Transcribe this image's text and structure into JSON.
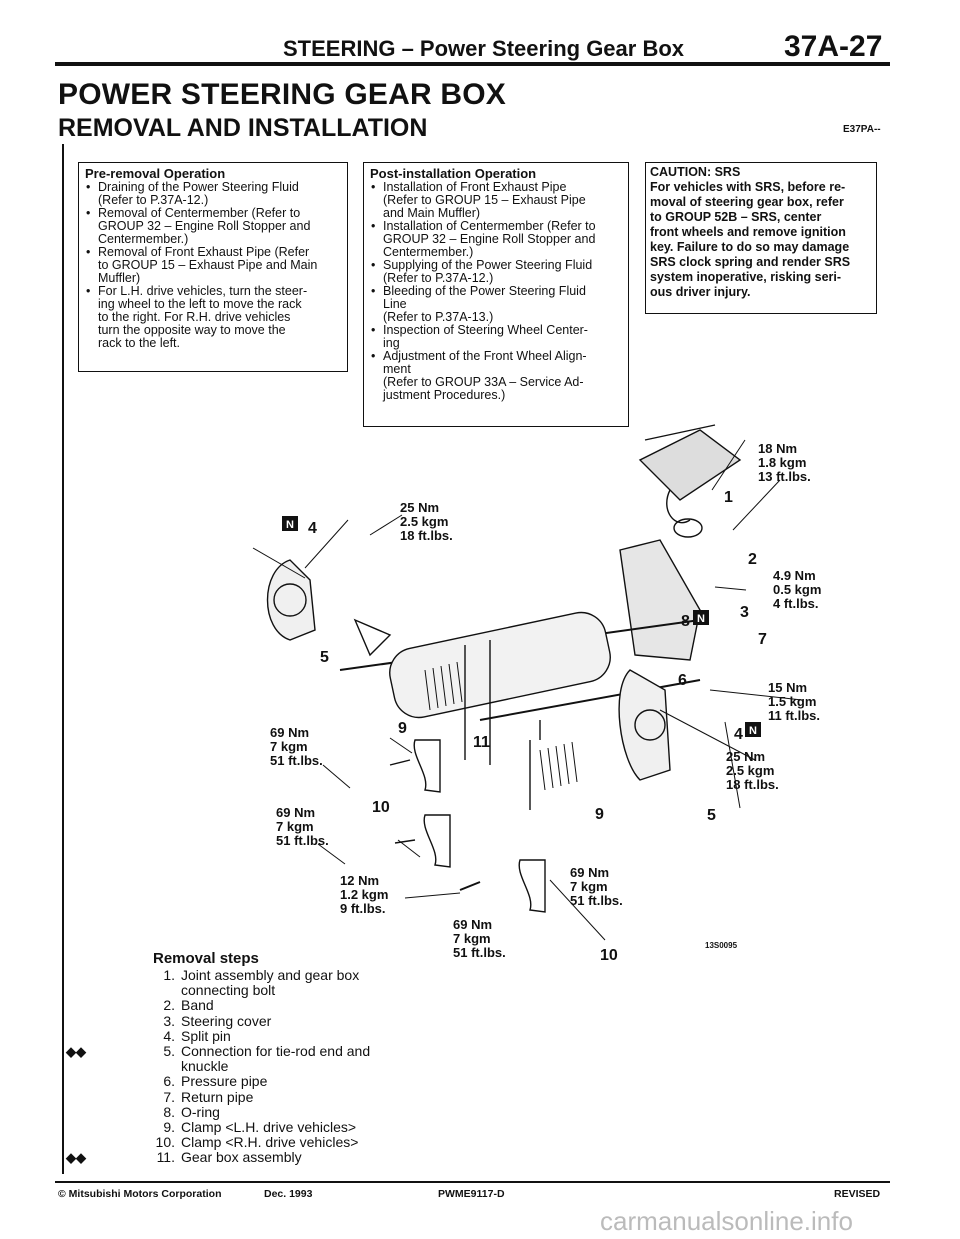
{
  "header": {
    "section_title": "STEERING – Power Steering Gear Box",
    "page_number": "37A-27"
  },
  "title": "POWER STEERING GEAR BOX",
  "subtitle": "REMOVAL AND INSTALLATION",
  "doc_code": "E37PA--",
  "pre_removal": {
    "heading": "Pre-removal Operation",
    "items": [
      [
        "Draining of the Power Steering Fluid",
        "(Refer to P.37A-12.)"
      ],
      [
        "Removal of Centermember (Refer to",
        "GROUP 32 – Engine Roll Stopper and",
        "Centermember.)"
      ],
      [
        "Removal of Front Exhaust Pipe (Refer",
        "to GROUP 15 – Exhaust Pipe and Main",
        "Muffler)"
      ],
      [
        "For L.H. drive vehicles, turn the steer-",
        "ing wheel to the left to move the rack",
        "to the right. For R.H. drive vehicles",
        "turn the opposite way to move the",
        "rack to the left."
      ]
    ]
  },
  "post_installation": {
    "heading": "Post-installation Operation",
    "items": [
      [
        "Installation of Front Exhaust Pipe",
        "(Refer to GROUP 15 – Exhaust Pipe",
        "and Main Muffler)"
      ],
      [
        "Installation of Centermember (Refer to",
        "GROUP 32 – Engine Roll Stopper and",
        "Centermember.)"
      ],
      [
        "Supplying of the Power Steering Fluid",
        "(Refer to P.37A-12.)"
      ],
      [
        "Bleeding of the Power Steering Fluid",
        "Line",
        "(Refer to P.37A-13.)"
      ],
      [
        "Inspection of Steering Wheel Center-",
        "ing"
      ],
      [
        "Adjustment of the Front Wheel Align-",
        "ment",
        "(Refer to GROUP 33A – Service Ad-",
        "justment Procedures.)"
      ]
    ]
  },
  "caution": {
    "lines": [
      "CAUTION: SRS",
      "For vehicles with SRS, before re-",
      "moval of steering gear box, refer",
      "to GROUP 52B – SRS, center",
      "front wheels and remove ignition",
      "key. Failure to do so may damage",
      "SRS clock spring and render SRS",
      "system inoperative, risking seri-",
      "ous driver injury."
    ]
  },
  "diagram": {
    "torques": {
      "t1": [
        "18 Nm",
        "1.8 kgm",
        "13 ft.lbs."
      ],
      "t3": [
        "4.9 Nm",
        "0.5 kgm",
        "4 ft.lbs."
      ],
      "t4top": [
        "25 Nm",
        "2.5 kgm",
        "18 ft.lbs."
      ],
      "t7": [
        "15 Nm",
        "1.5 kgm",
        "11 ft.lbs."
      ],
      "t4r": [
        "25 Nm",
        "2.5 kgm",
        "18 ft.lbs."
      ],
      "t9": [
        "69 Nm",
        "7 kgm",
        "51 ft.lbs."
      ],
      "t10": [
        "69 Nm",
        "7 kgm",
        "51 ft.lbs."
      ],
      "t12": [
        "12 Nm",
        "1.2 kgm",
        "9 ft.lbs."
      ],
      "tb1": [
        "69 Nm",
        "7 kgm",
        "51 ft.lbs."
      ],
      "tb2": [
        "69 Nm",
        "7 kgm",
        "51 ft.lbs."
      ]
    },
    "callouts": [
      "1",
      "2",
      "3",
      "4",
      "5",
      "6",
      "7",
      "8",
      "9",
      "10",
      "11"
    ],
    "figure_code": "13S0095"
  },
  "removal_steps": {
    "heading": "Removal steps",
    "marker": "◆◆",
    "items": [
      {
        "n": "1.",
        "text": [
          "Joint assembly and gear box",
          "connecting bolt"
        ],
        "mark": false
      },
      {
        "n": "2.",
        "text": [
          "Band"
        ],
        "mark": false
      },
      {
        "n": "3.",
        "text": [
          "Steering cover"
        ],
        "mark": false
      },
      {
        "n": "4.",
        "text": [
          "Split pin"
        ],
        "mark": false
      },
      {
        "n": "5.",
        "text": [
          "Connection for tie-rod end and",
          "knuckle"
        ],
        "mark": true
      },
      {
        "n": "6.",
        "text": [
          "Pressure pipe"
        ],
        "mark": false
      },
      {
        "n": "7.",
        "text": [
          "Return pipe"
        ],
        "mark": false
      },
      {
        "n": "8.",
        "text": [
          "O-ring"
        ],
        "mark": false
      },
      {
        "n": "9.",
        "text": [
          "Clamp <L.H. drive vehicles>"
        ],
        "mark": false
      },
      {
        "n": "10.",
        "text": [
          "Clamp <R.H. drive vehicles>"
        ],
        "mark": false
      },
      {
        "n": "11.",
        "text": [
          "Gear box assembly"
        ],
        "mark": true
      }
    ]
  },
  "footer": {
    "copyright": "© Mitsubishi Motors Corporation",
    "date": "Dec. 1993",
    "pub_code": "PWME9117-D",
    "status": "REVISED"
  },
  "watermark": "carmanualsonline.info"
}
